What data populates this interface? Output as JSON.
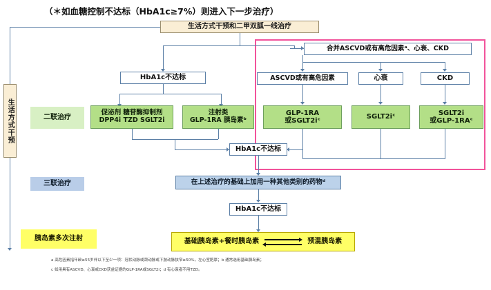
{
  "header": {
    "title": "（＊如血糖控制不达标（HbA1c≥7%）则进入下一步治疗）"
  },
  "boxes": {
    "first_line": "生活方式干预和二甲双胍一线治疗",
    "lifestyle_side": "生活方式干预",
    "hba1c_left": "HbA1c不达标",
    "hba1c_mid": "HbA1c不达标",
    "hba1c_bottom": "HbA1c不达标",
    "comorbid": "合并ASCVD或有高危因素ᵃ、心衰、CKD",
    "branch_ascvd": "ASCVD或有高危因素",
    "branch_hf": "心衰",
    "branch_ckd": "CKD",
    "dual_label": "二联治疗",
    "dual_oral_line1": "促泌剂 糖苷酶抑制剂",
    "dual_oral_line2": "DPP4i TZD SGLT2i",
    "dual_inject_line1": "注射类",
    "dual_inject_line2": "GLP-1RA 胰岛素ᵇ",
    "drug_ascvd_line1": "GLP-1RA",
    "drug_ascvd_line2": "或SGLT2iᶜ",
    "drug_hf": "SGLT2iᶜ",
    "drug_ckd_line1": "SGLT2i",
    "drug_ckd_line2": "或GLP-1RAᶜ",
    "triple_label": "三联治疗",
    "triple_text": "在上述治疗的基础上加用一种其他类别的药物ᵈ",
    "insulin_label": "胰岛素多次注射",
    "insulin_basal": "基础胰岛素+餐时胰岛素",
    "insulin_premix": "预混胰岛素"
  },
  "footnotes": {
    "line1": "a 高危因素指年龄≥55岁伴以下至少一项：冠状动脉或颈动脉或下肢动脉狭窄≥50%，左心室肥厚；b 通常选用基础胰岛素；",
    "line2": "c 如用具有ASCVD、心衰或CKD获益证据的GLP-1RA或SGLT2i；d 有心衰者不用TZD。"
  },
  "colors": {
    "cream": "#faeed5",
    "green": "#b3df87",
    "green_light": "#d8f0c4",
    "blue": "#bcd2ea",
    "blue_light": "#b9cde8",
    "yellow": "#ffff66",
    "pink_frame": "#f2539b",
    "line": "#5b7fa6"
  }
}
